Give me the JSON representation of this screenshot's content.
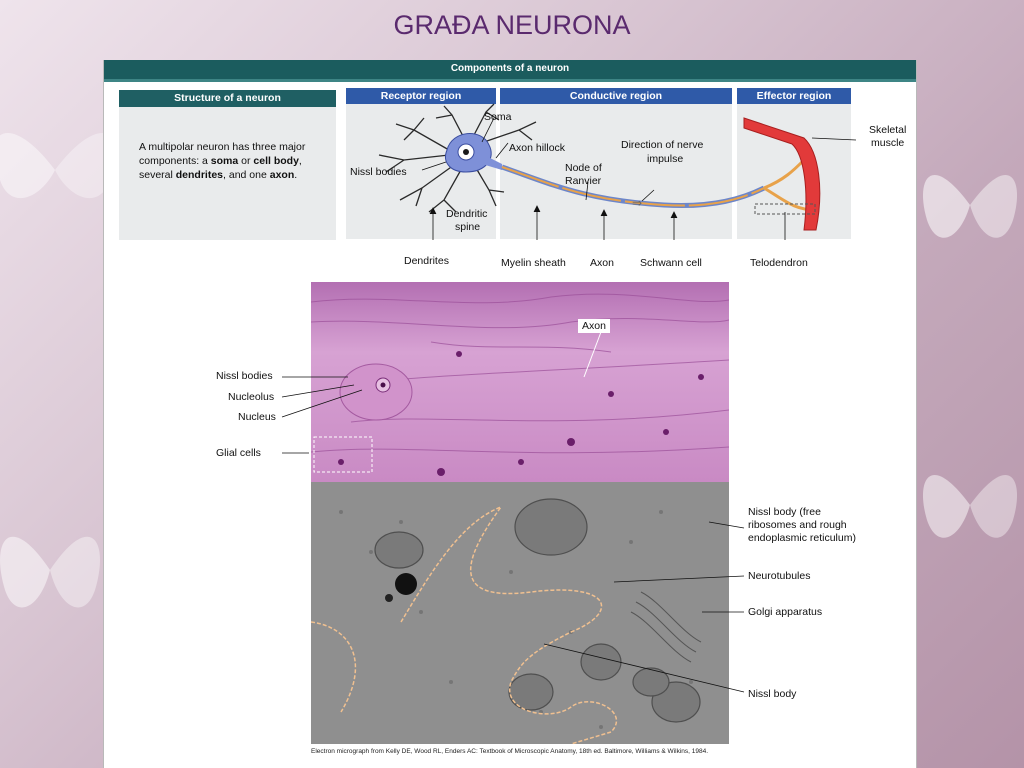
{
  "slide": {
    "title": "GRAĐA NEURONA"
  },
  "figure": {
    "header": "Components of a neuron",
    "structure": {
      "header": "Structure of a neuron",
      "text_parts": [
        "A multipolar neuron has three major components: a ",
        "soma",
        " or ",
        "cell body",
        ", several ",
        "dendrites",
        ", and one ",
        "axon",
        "."
      ]
    },
    "regions": {
      "receptor": "Receptor region",
      "conductive": "Conductive region",
      "effector": "Effector region"
    },
    "diagram_labels": {
      "soma": "Soma",
      "axon_hillock": "Axon hillock",
      "nissl_bodies": "Nissl bodies",
      "dendritic_spine_1": "Dendritic",
      "dendritic_spine_2": "spine",
      "node_ranvier_1": "Node of",
      "node_ranvier_2": "Ranvier",
      "direction_1": "Direction of nerve",
      "direction_2": "impulse",
      "skeletal_1": "Skeletal",
      "skeletal_2": "muscle",
      "dendrites": "Dendrites",
      "myelin_sheath": "Myelin sheath",
      "axon": "Axon",
      "schwann_cell": "Schwann cell",
      "telodendron": "Telodendron"
    },
    "micrograph_labels": {
      "axon": "Axon",
      "nissl_bodies": "Nissl bodies",
      "nucleolus": "Nucleolus",
      "nucleus": "Nucleus",
      "glial_cells": "Glial cells"
    },
    "em_labels": {
      "nissl_free_1": "Nissl body (free",
      "nissl_free_2": "ribosomes and rough",
      "nissl_free_3": "endoplasmic reticulum)",
      "neurotubules": "Neurotubules",
      "golgi": "Golgi apparatus",
      "nissl_body": "Nissl body"
    },
    "citation": "Electron micrograph from Kelly DE, Wood RL, Enders AC: Textbook of Microscopic Anatomy, 18th ed. Baltimore, Williams & Wilkins, 1984."
  },
  "colors": {
    "header_teal": "#1b5c5e",
    "region_blue": "#2f5aa8",
    "muscle_red": "#e23a3a",
    "myelin_orange": "#e8a24a",
    "axon_blue": "#6d86c9",
    "histology_pink": "#c98ac4",
    "em_gray": "#8c8c8c"
  }
}
